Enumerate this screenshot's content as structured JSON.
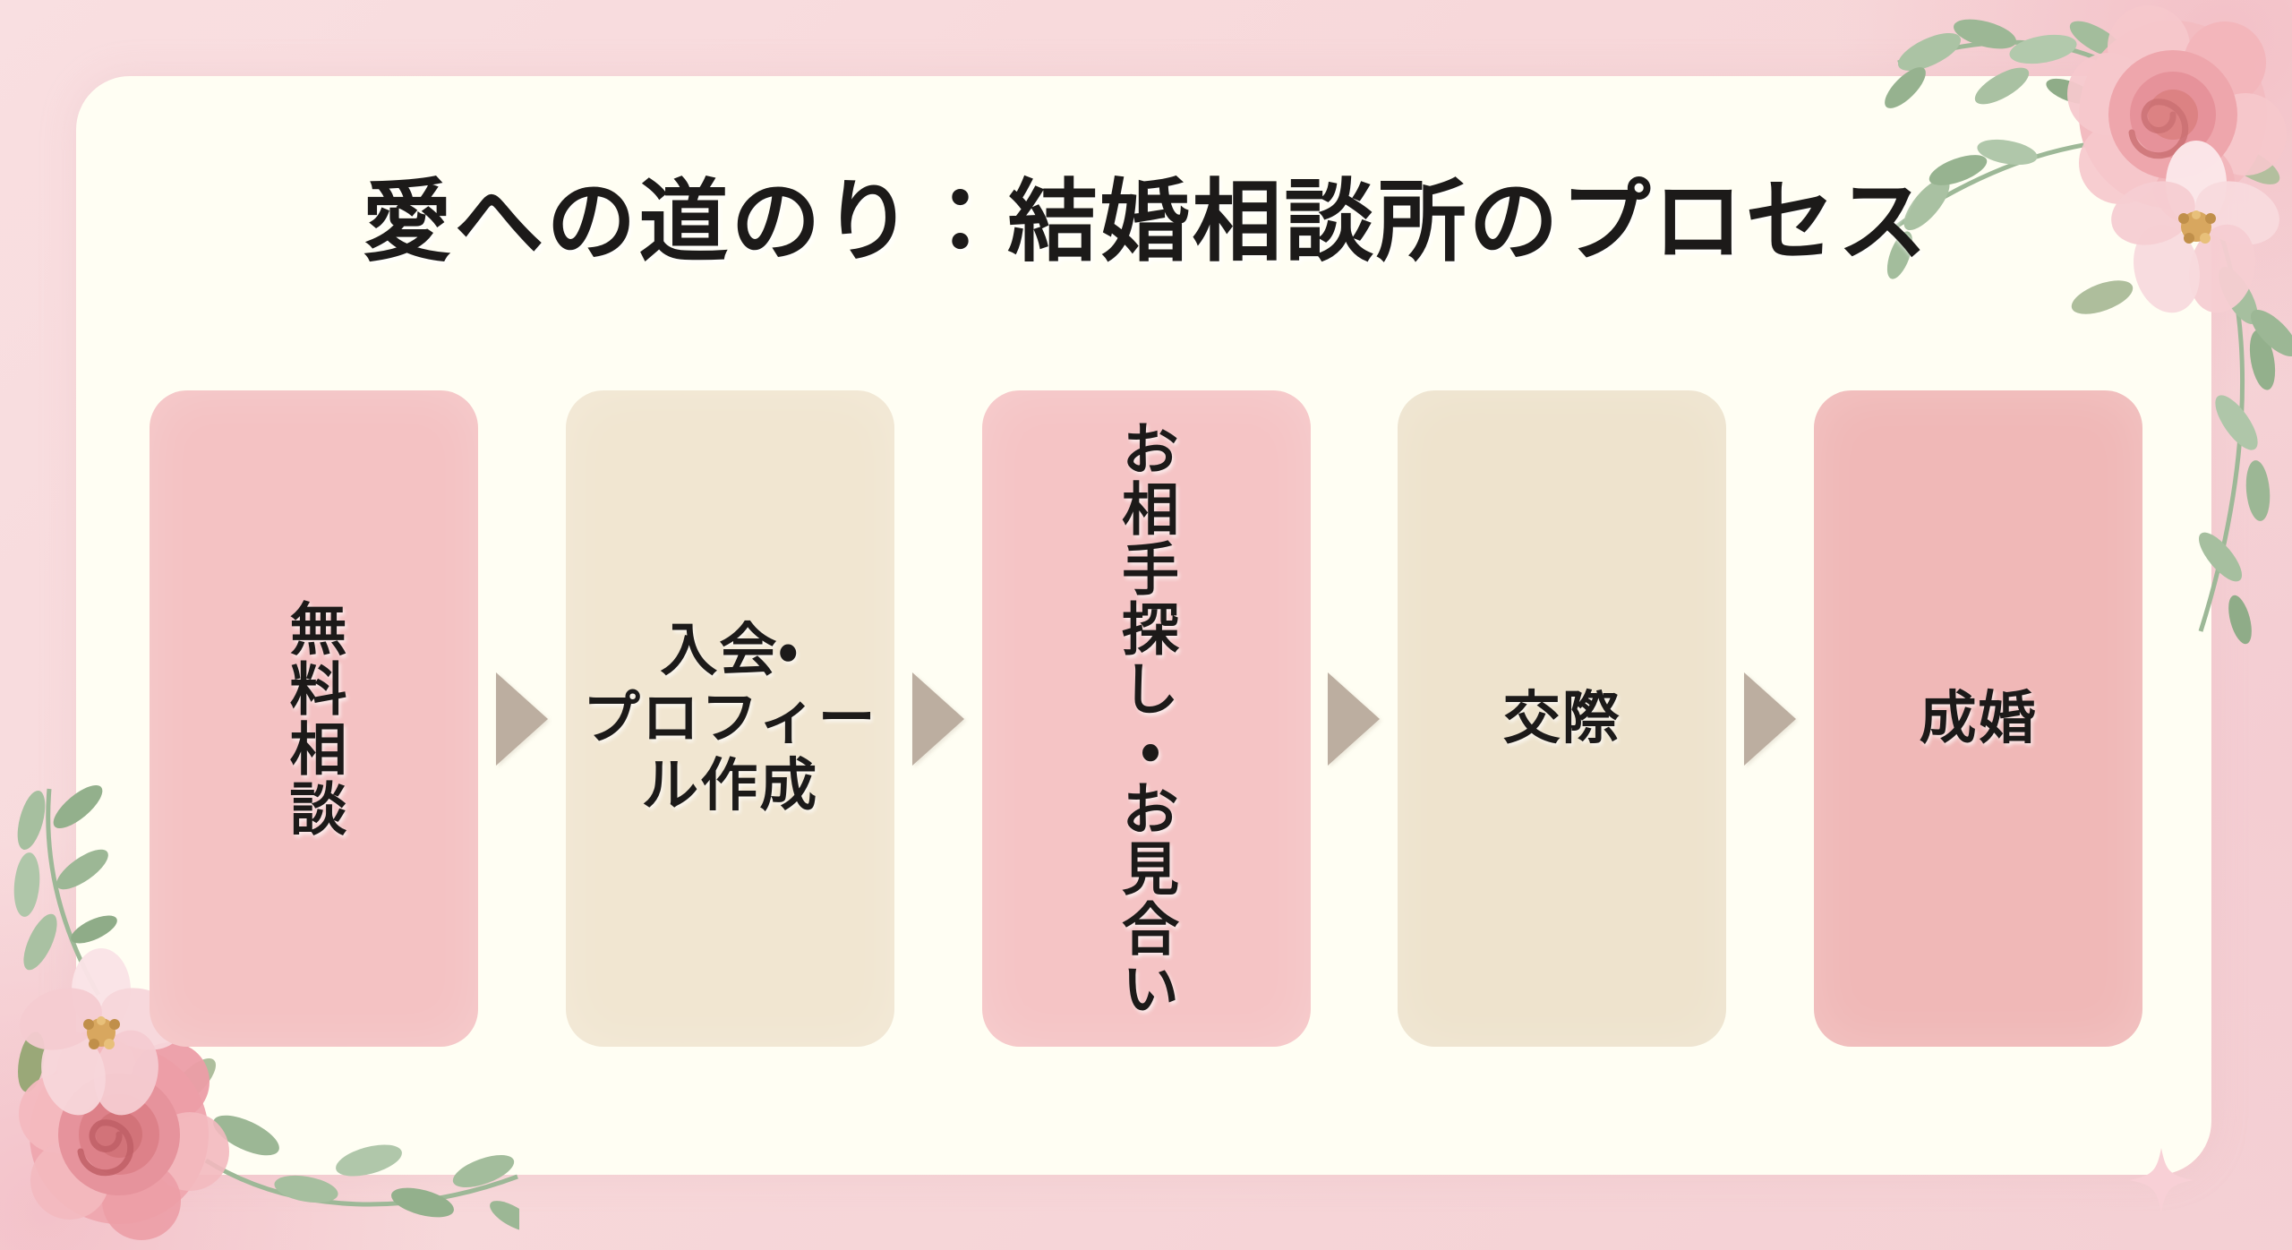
{
  "title": "愛への道のり：結婚相談所のプロセス",
  "flow": {
    "steps": [
      {
        "name": "free-consultation",
        "label": "無料相談",
        "orientation": "vertical",
        "background": "#F4C2C3"
      },
      {
        "name": "enrollment-profile-creation",
        "label": "入会・\nプロフィー\nル作成",
        "orientation": "horizontal",
        "background": "#F1E6D1"
      },
      {
        "name": "partner-search-omiai",
        "label": "お相手探し・お見合い",
        "orientation": "vertical",
        "background": "#F5C4C5"
      },
      {
        "name": "dating",
        "label": "交際",
        "orientation": "horizontal",
        "background": "#EEE3CD"
      },
      {
        "name": "marriage",
        "label": "成婚",
        "orientation": "horizontal",
        "background": "#F0B8B7"
      }
    ],
    "connector": {
      "icon": "right-arrow-triangle",
      "color": "#BCAEA0",
      "count": 4
    }
  },
  "decorations": {
    "top_right": "watercolor rose with blossom and leaf sprigs",
    "bottom_left": "watercolor rose with blossom and leaf sprigs",
    "panel_corner": "four-point pink sparkle"
  },
  "palette": {
    "outer_background": "#F7D8DA",
    "panel_background": "#FFFEF3",
    "text": "#1C1A19",
    "pink_box": "#F4C2C3",
    "cream_box": "#F1E6D1",
    "deep_pink_box": "#F0B8B7",
    "arrow": "#BCAEA0",
    "leaf_green": "#A3BD9C",
    "rose_pink": "#EFA8B0",
    "flower_gold": "#D8A75F"
  }
}
